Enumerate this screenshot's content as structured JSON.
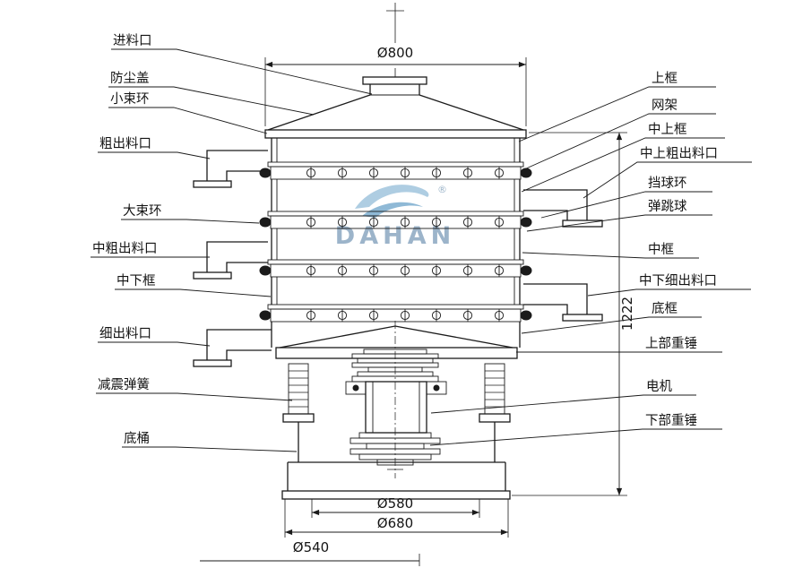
{
  "watermark": {
    "brand": "DAHAN",
    "registered": "®"
  },
  "labels": {
    "left": [
      {
        "text": "进料口"
      },
      {
        "text": "防尘盖"
      },
      {
        "text": "小束环"
      },
      {
        "text": "粗出料口"
      },
      {
        "text": "大束环"
      },
      {
        "text": "中粗出料口"
      },
      {
        "text": "中下框"
      },
      {
        "text": "细出料口"
      },
      {
        "text": "减震弹簧"
      },
      {
        "text": "底桶"
      }
    ],
    "right": [
      {
        "text": "上框"
      },
      {
        "text": "网架"
      },
      {
        "text": "中上框"
      },
      {
        "text": "中上粗出料口"
      },
      {
        "text": "挡球环"
      },
      {
        "text": "弹跳球"
      },
      {
        "text": "中框"
      },
      {
        "text": "中下细出料口"
      },
      {
        "text": "底框"
      },
      {
        "text": "上部重锤"
      },
      {
        "text": "电机"
      },
      {
        "text": "下部重锤"
      }
    ]
  },
  "dimensions": {
    "top_diameter": "Ø800",
    "total_height": "1222",
    "inner_bottom_diameter": "Ø580",
    "outer_bottom_diameter": "Ø680",
    "base_diameter": "Ø540"
  }
}
